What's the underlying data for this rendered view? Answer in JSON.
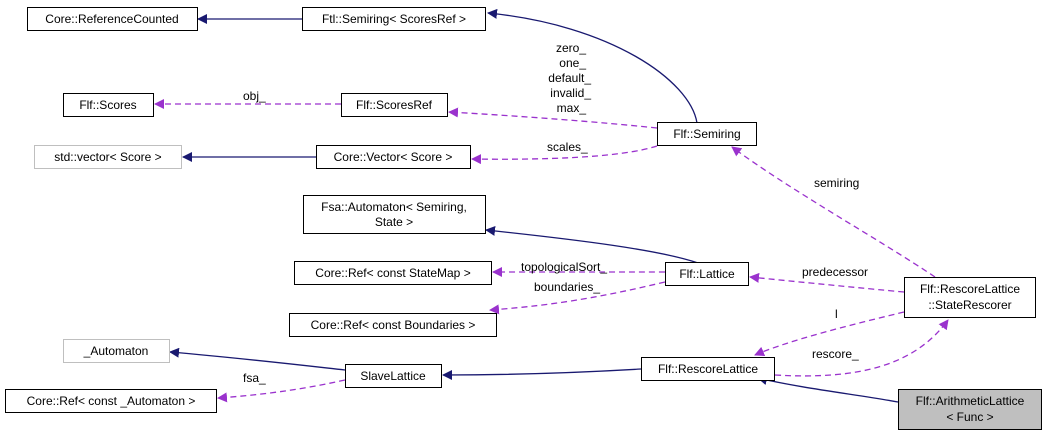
{
  "colors": {
    "inheritance_edge": "#191970",
    "usage_edge": "#9a32cd",
    "node_border": "#000000",
    "external_node_border": "#bfbfbf",
    "highlight_fill": "#bfbfbf"
  },
  "nodes": {
    "core_reference_counted": {
      "lines": [
        "Core::ReferenceCounted"
      ]
    },
    "ftl_semiring_scoresref": {
      "lines": [
        "Ftl::Semiring< ScoresRef >"
      ]
    },
    "flf_scores": {
      "lines": [
        "Flf::Scores"
      ]
    },
    "flf_scoresref": {
      "lines": [
        "Flf::ScoresRef"
      ]
    },
    "std_vector_score": {
      "lines": [
        "std::vector< Score >"
      ]
    },
    "core_vector_score": {
      "lines": [
        "Core::Vector< Score >"
      ]
    },
    "flf_semiring": {
      "lines": [
        "Flf::Semiring"
      ]
    },
    "fsa_automaton": {
      "lines": [
        "Fsa::Automaton< Semiring,",
        "State >"
      ]
    },
    "core_ref_statemap": {
      "lines": [
        "Core::Ref< const StateMap >"
      ]
    },
    "flf_lattice": {
      "lines": [
        "Flf::Lattice"
      ]
    },
    "core_ref_boundaries": {
      "lines": [
        "Core::Ref< const Boundaries >"
      ]
    },
    "flf_rescorelattice_staterescorer": {
      "lines": [
        "Flf::RescoreLattice",
        "::StateRescorer"
      ]
    },
    "automaton_underscore": {
      "lines": [
        "_Automaton"
      ]
    },
    "slave_lattice": {
      "lines": [
        "SlaveLattice"
      ]
    },
    "flf_rescorelattice": {
      "lines": [
        "Flf::RescoreLattice"
      ]
    },
    "core_ref_automaton": {
      "lines": [
        "Core::Ref< const _Automaton >"
      ]
    },
    "flf_arithmeticlattice": {
      "lines": [
        "Flf::ArithmeticLattice",
        "< Func >"
      ]
    }
  },
  "edge_labels": {
    "obj": "obj_",
    "semiring_members": [
      "zero_",
      "one_",
      "default_",
      "invalid_",
      "max_"
    ],
    "scales": "scales_",
    "semiring": "semiring",
    "topological_sort": "topologicalSort_",
    "boundaries": "boundaries_",
    "predecessor": "predecessor",
    "l": "l",
    "rescore": "rescore_",
    "fsa": "fsa_"
  }
}
